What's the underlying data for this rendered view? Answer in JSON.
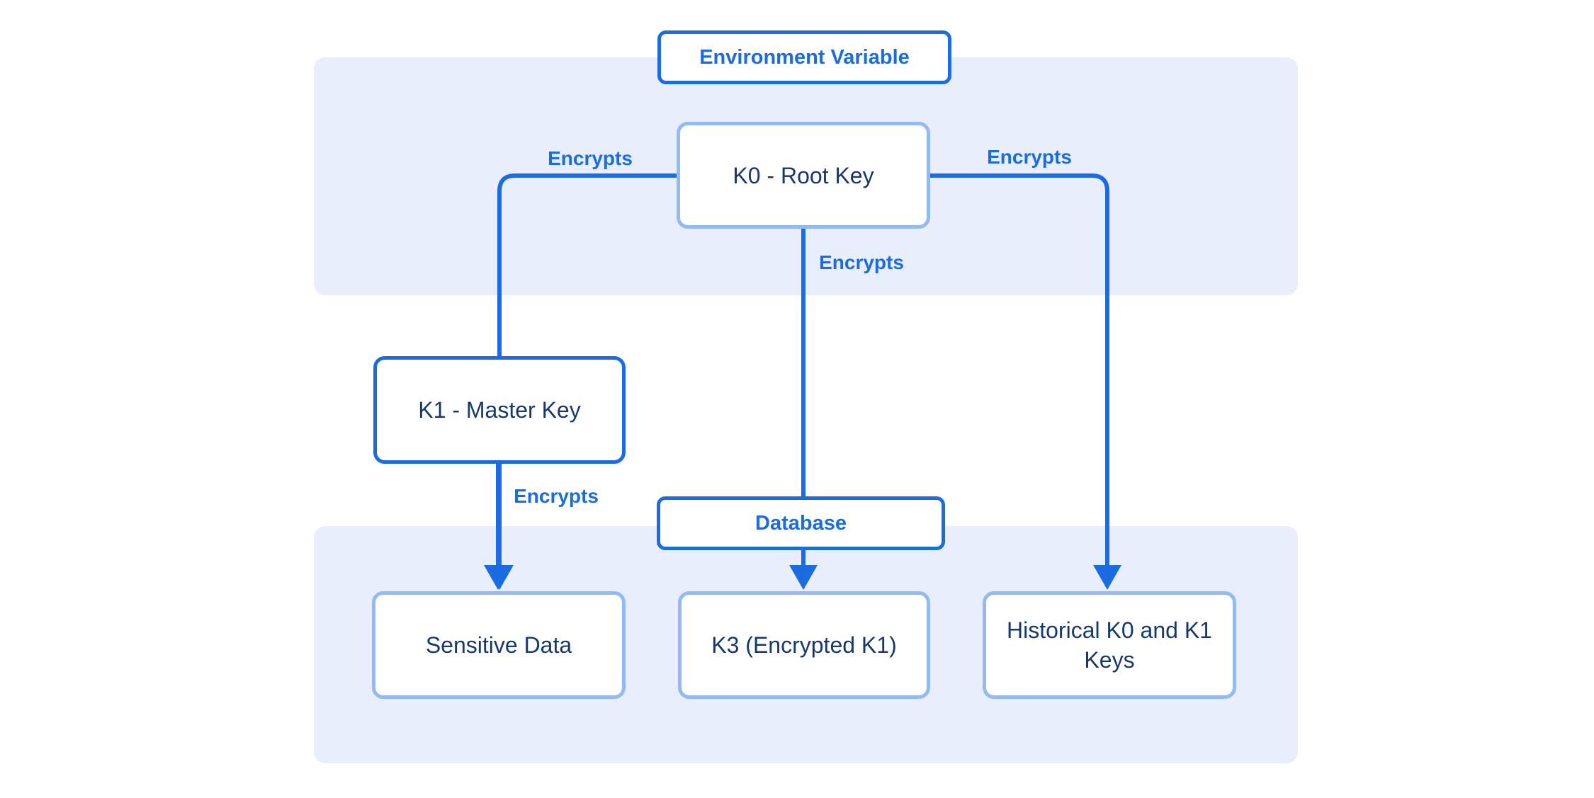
{
  "diagram": {
    "type": "flowchart",
    "regions": [
      {
        "label": "Environment Variable"
      },
      {
        "label": "Database"
      }
    ],
    "nodes": [
      {
        "id": "k0",
        "label": "K0 - Root Key"
      },
      {
        "id": "k1",
        "label": "K1 - Master Key"
      },
      {
        "id": "sensitive-data",
        "label": "Sensitive Data"
      },
      {
        "id": "k3",
        "label": "K3 (Encrypted K1)"
      },
      {
        "id": "historical-keys",
        "label": "Historical K0 and K1 Keys"
      }
    ],
    "edges": [
      {
        "from": "K0 - Root Key",
        "to": "K1 - Master Key",
        "label": "Encrypts"
      },
      {
        "from": "K0 - Root Key",
        "to": "K3 (Encrypted K1)",
        "label": "Encrypts"
      },
      {
        "from": "K0 - Root Key",
        "to": "Historical K0 and K1 Keys",
        "label": "Encrypts"
      },
      {
        "from": "K1 - Master Key",
        "to": "Sensitive Data",
        "label": "Encrypts"
      }
    ],
    "colors": {
      "accent_blue": "#1a6ce0",
      "light_node_border": "#92bbf3",
      "node_text": "#16386e",
      "region_background": "#e8eefb",
      "node_background": "#ffffff",
      "page_background": "#ffffff"
    }
  }
}
